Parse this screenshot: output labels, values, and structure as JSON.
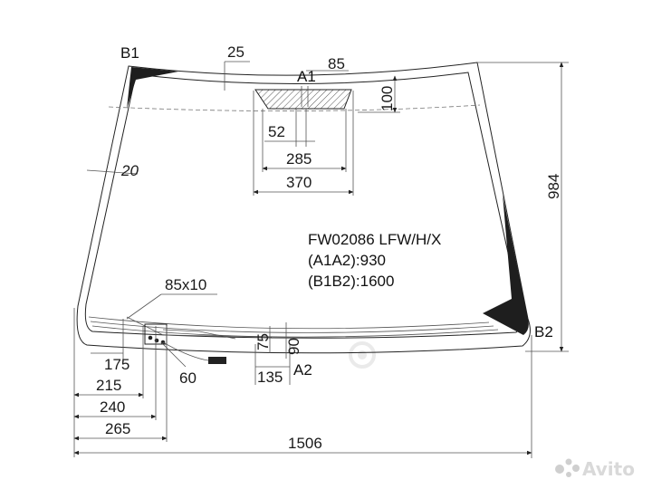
{
  "part": {
    "code": "FW02086 LFW/H/X",
    "a1a2": "(A1A2):930",
    "b1b2": "(B1B2):1600"
  },
  "points": {
    "b1": "B1",
    "b2": "B2",
    "a1": "A1",
    "a2": "A2"
  },
  "dimensions": {
    "d25": "25",
    "d85_top": "85",
    "d100": "100",
    "d52": "52",
    "d285": "285",
    "d370": "370",
    "d20": "20",
    "d984": "984",
    "d85x10": "85x10",
    "d75": "75",
    "d90": "90",
    "d135": "135",
    "d175": "175",
    "d60": "60",
    "d215": "215",
    "d240": "240",
    "d265": "265",
    "d1506": "1506"
  },
  "watermarks": {
    "avito": "Avito"
  },
  "colors": {
    "ink": "#222222",
    "tint": "#1e1e1e",
    "watermark": "#d9d9d9"
  }
}
